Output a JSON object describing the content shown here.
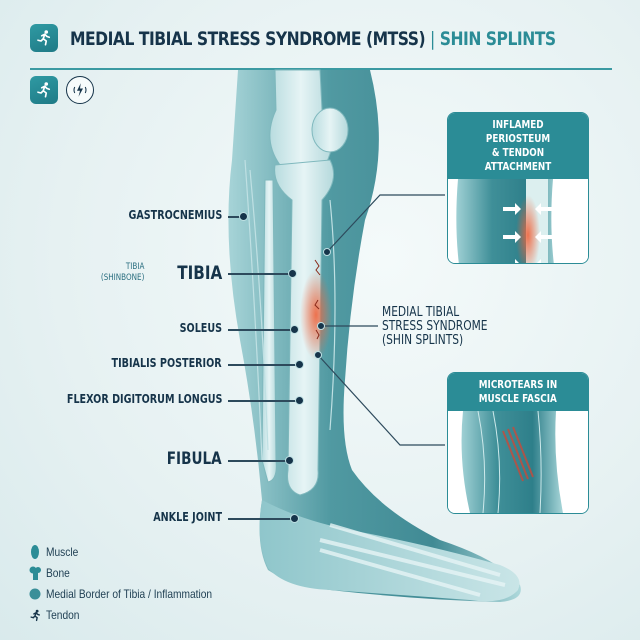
{
  "header": {
    "title": "MEDIAL TIBIAL STRESS SYNDROME (MTSS)",
    "separator": "|",
    "subtitle": "SHIN SPLINTS",
    "icons": [
      "running-person-icon",
      "running-person-icon",
      "lightning-vibration-icon"
    ]
  },
  "labels": {
    "gastrocnemius": "GASTROCNEMIUS",
    "tibia_small": "TIBIA",
    "tibia_shinbone": "(SHINBONE)",
    "tibia_large": "TIBIA",
    "soleus": "SOLEUS",
    "tibialis_posterior": "TIBIALIS POSTERIOR",
    "flexor": "FLEXOR DIGITORUM LONGUS",
    "fibula": "FIBULA",
    "ankle": "ANKLE JOINT"
  },
  "mtss_label": {
    "line1": "MEDIAL TIBIAL",
    "line2": "STRESS SYNDROME",
    "line3": "(SHIN SPLINTS)"
  },
  "callouts": [
    {
      "title_line1": "INFLAMED PERIOSTEUM",
      "title_line2": "& TENDON ATTACHMENT"
    },
    {
      "title_line1": "MICROTEARS IN",
      "title_line2": "MUSCLE FASCIA"
    }
  ],
  "legend": [
    {
      "label": "Muscle",
      "icon": "muscle-icon"
    },
    {
      "label": "Bone",
      "icon": "bone-icon"
    },
    {
      "label": "Medial Border of Tibia / Inflammation",
      "icon": "dot-icon"
    },
    {
      "label": "Tendon",
      "icon": "running-person-icon"
    }
  ],
  "colors": {
    "primary_teal": "#2b8c96",
    "navy": "#16344a",
    "inflammation": "#e8603c",
    "muscle": "#3f8f98",
    "bone": "#cfe6e8"
  }
}
